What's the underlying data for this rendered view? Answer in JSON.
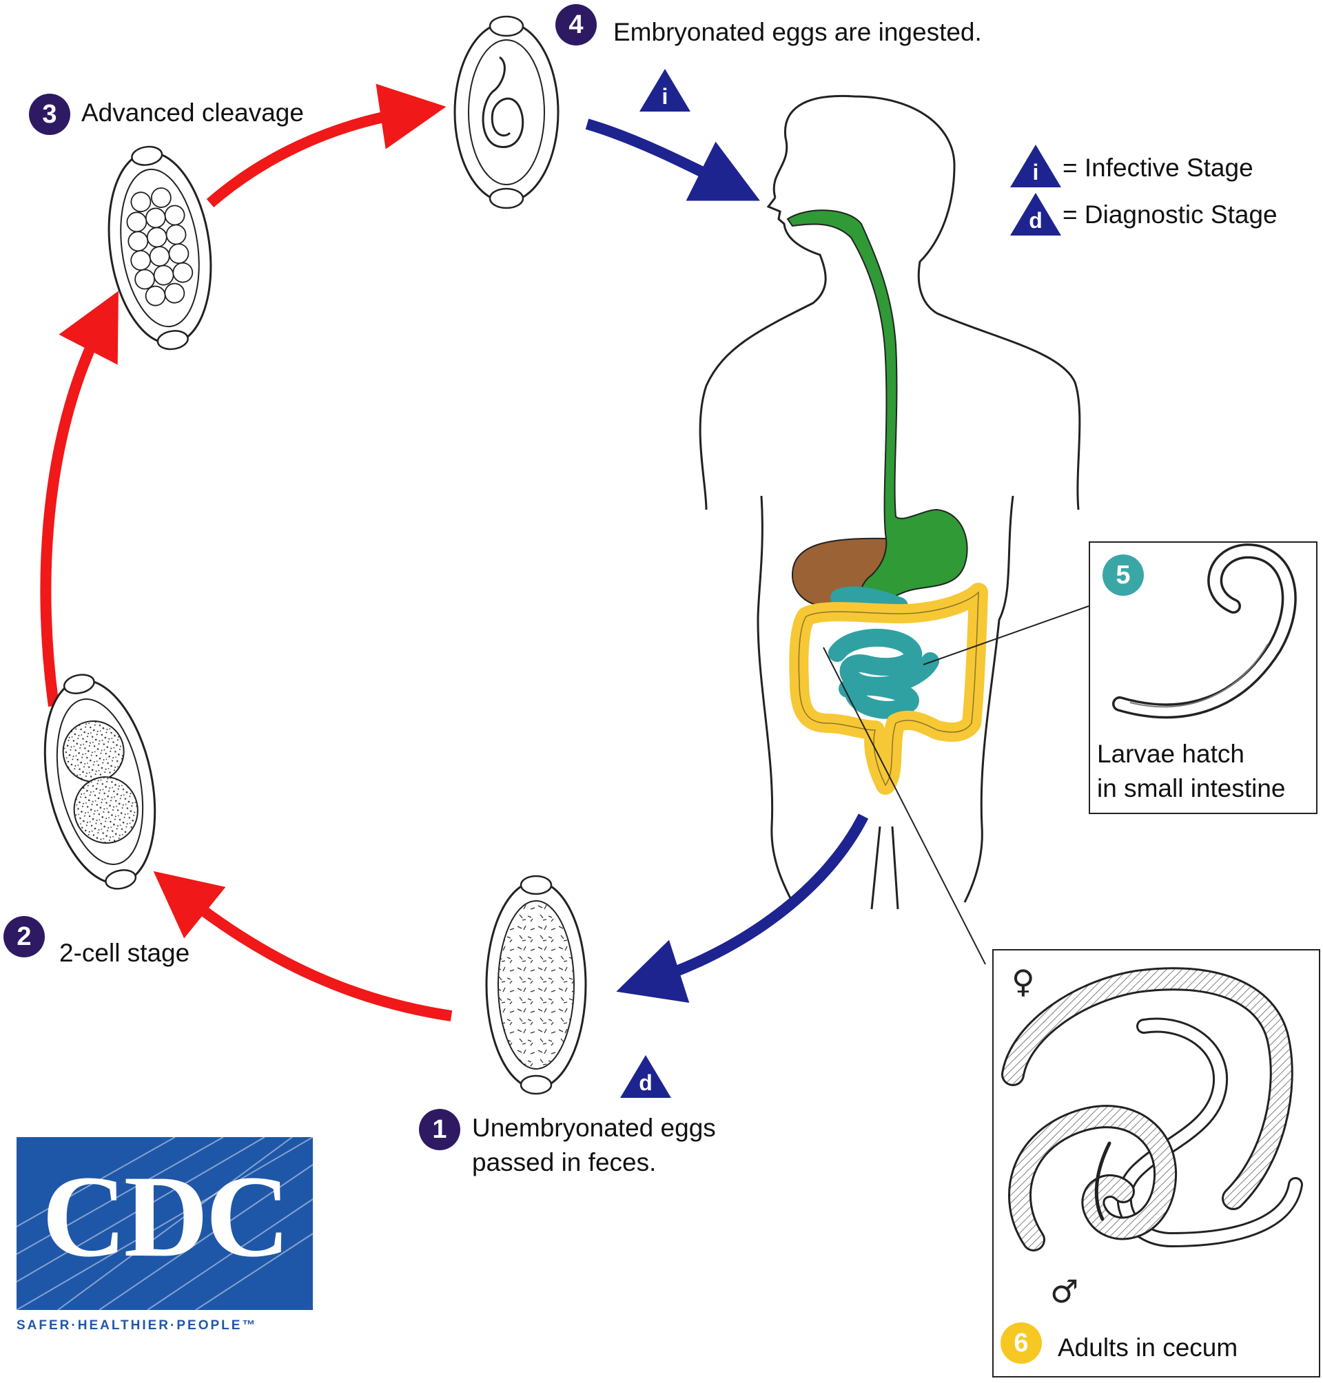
{
  "stages": {
    "s1": {
      "num": "1",
      "line1": "Unembryonated eggs",
      "line2": "passed in feces."
    },
    "s2": {
      "num": "2",
      "label": "2-cell stage"
    },
    "s3": {
      "num": "3",
      "label": "Advanced cleavage"
    },
    "s4": {
      "num": "4",
      "label": "Embryonated eggs are ingested."
    },
    "s5": {
      "num": "5",
      "line1": "Larvae hatch",
      "line2": "in small intestine"
    },
    "s6": {
      "num": "6",
      "label": "Adults in cecum"
    }
  },
  "legend": {
    "infective_symbol": "i",
    "infective_label": "= Infective Stage",
    "diagnostic_symbol": "d",
    "diagnostic_label": "= Diagnostic Stage"
  },
  "symbols": {
    "female": "♀",
    "male": "♂"
  },
  "logo": {
    "text": "CDC",
    "tagline": "SAFER·HEALTHIER·PEOPLE™"
  },
  "colors": {
    "red_arrow": "#f01818",
    "blue_arrow": "#1d2490",
    "badge_purple": "#2e1a63",
    "badge_teal": "#3aa6a6",
    "badge_yellow": "#f7c824",
    "esophagus_green": "#2f9a36",
    "liver_brown": "#9b6236",
    "colon_yellow": "#f7c835",
    "small_intestine_teal": "#2fa1a3",
    "cdc_blue": "#1f57a8"
  },
  "icons": [
    "egg-icon",
    "human-body-icon",
    "larva-icon",
    "adult-worm-icon",
    "female-symbol",
    "male-symbol"
  ]
}
